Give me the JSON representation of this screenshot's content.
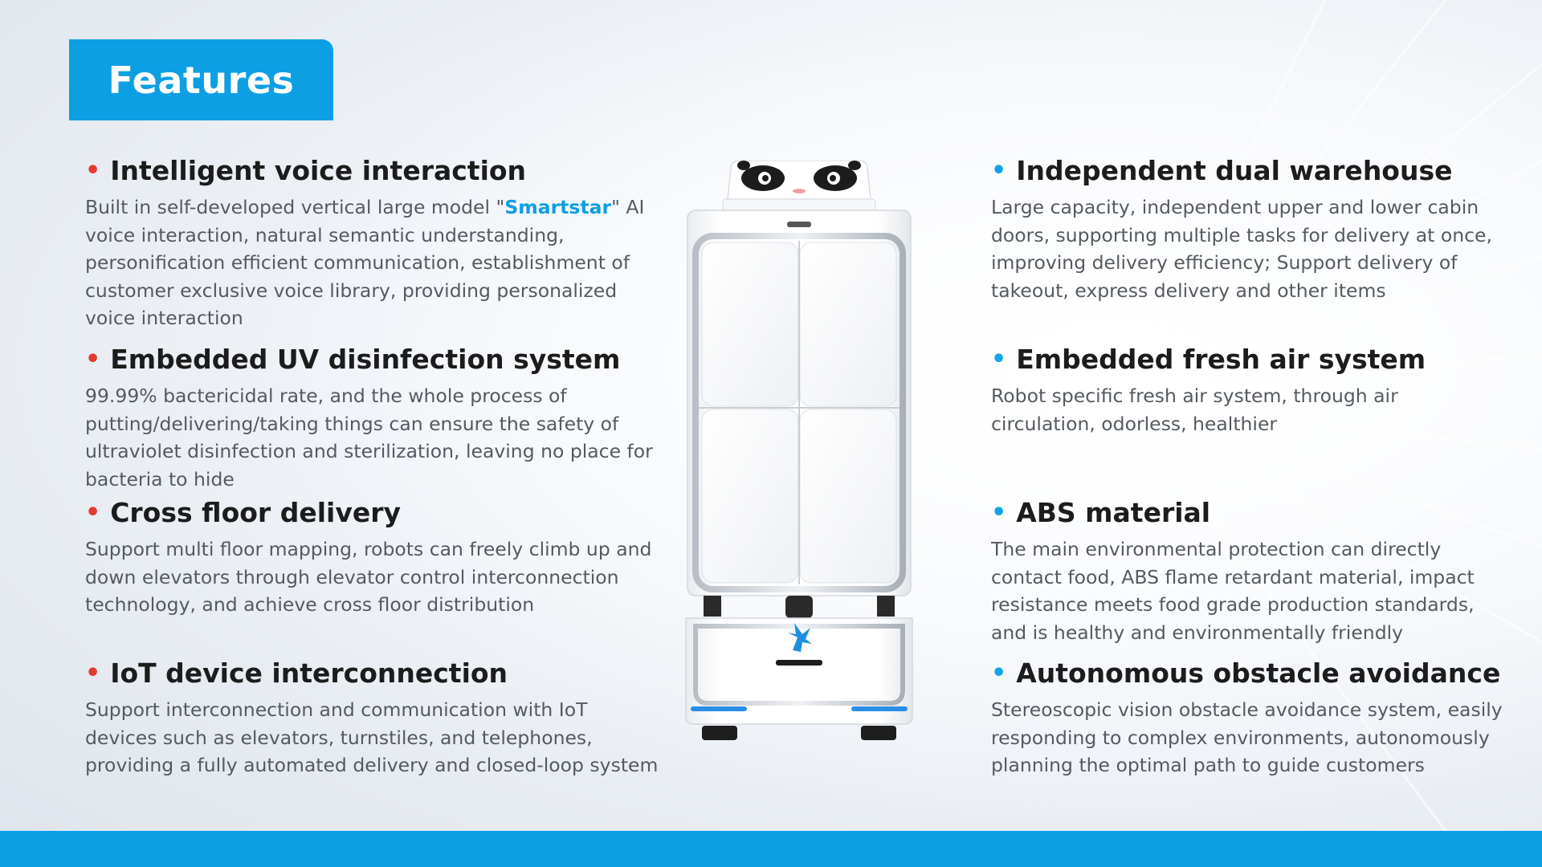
{
  "page_title": "Features",
  "left_features": [
    {
      "heading": "Intelligent voice interaction",
      "body_before": "Built in self-developed vertical large model \"",
      "body_highlight": "Smartstar",
      "body_after": "\" AI voice interaction, natural semantic understanding, personification efficient communication, establishment of customer exclusive voice library, providing personalized voice interaction"
    },
    {
      "heading": "Embedded UV disinfection system",
      "body": "99.99% bactericidal rate, and the whole process of putting/delivering/taking things can ensure the safety of ultraviolet disinfection and sterilization, leaving no place for bacteria to hide"
    },
    {
      "heading": "Cross floor delivery",
      "body": "Support multi floor mapping, robots can freely climb up and down elevators through elevator control interconnection technology, and achieve cross floor distribution"
    },
    {
      "heading": "IoT device interconnection",
      "body": "Support interconnection and communication with IoT devices such as elevators, turnstiles, and telephones, providing a fully automated delivery and closed-loop system"
    }
  ],
  "right_features": [
    {
      "heading": "Independent dual warehouse",
      "body": "Large capacity, independent upper and lower cabin doors, supporting multiple tasks for delivery at once, improving delivery efficiency; Support delivery of takeout, express delivery and other items"
    },
    {
      "heading": "Embedded fresh air system",
      "body": "Robot specific fresh air system, through air circulation, odorless, healthier"
    },
    {
      "heading": "ABS material",
      "body": "The main environmental protection can directly contact food, ABS flame retardant material, impact resistance meets food grade production standards, and is healthy and environmentally friendly"
    },
    {
      "heading": "Autonomous obstacle avoidance",
      "body": "Stereoscopic vision obstacle avoidance system, easily responding to complex environments, autonomously planning the optimal path to guide customers"
    }
  ],
  "colors": {
    "accent_blue": "#0d9fe3",
    "left_bullet": "#e23b2e",
    "right_bullet": "#10a4e6"
  },
  "icons": {
    "robot": "delivery-robot-image",
    "logo": "pegasus-logo-icon"
  }
}
